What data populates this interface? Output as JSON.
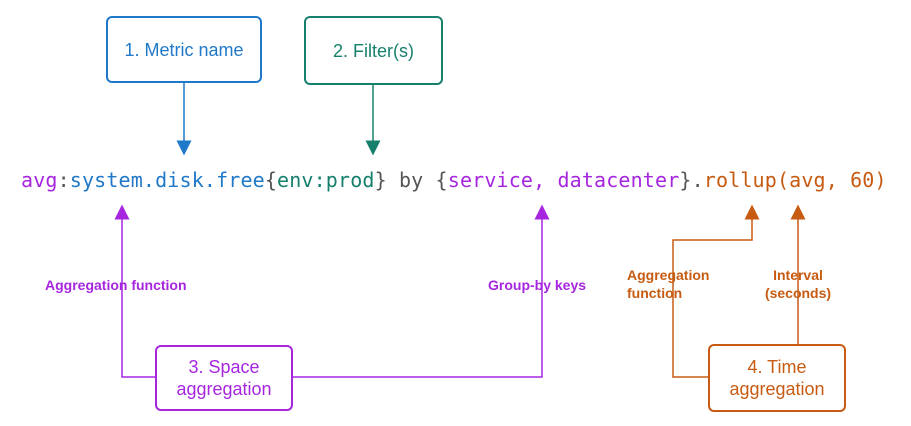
{
  "boxes": {
    "metric_name": "1. Metric name",
    "filters": "2. Filter(s)",
    "space_aggregation": [
      "3. Space",
      "aggregation"
    ],
    "time_aggregation": [
      "4. Time",
      "aggregation"
    ]
  },
  "query": {
    "aggregator": "avg",
    "sep1": ":",
    "metric": "system.disk.free",
    "filter_open": "{",
    "filter": "env:prod",
    "filter_close": "}",
    "by": " by ",
    "group_open": "{",
    "group_keys": "service, datacenter",
    "group_close": "}",
    "dot": ".",
    "rollup": "rollup(avg, 60)"
  },
  "labels": {
    "space_agg_function": "Aggregation function",
    "group_by_keys": "Group-by keys",
    "time_agg_function": [
      "Aggregation",
      "function"
    ],
    "interval": [
      "Interval",
      "(seconds)"
    ]
  },
  "colors": {
    "blue": "#1f78c8",
    "teal": "#17806d",
    "purple": "#a626e0",
    "gray": "#555555",
    "orange": "#c75b12"
  }
}
